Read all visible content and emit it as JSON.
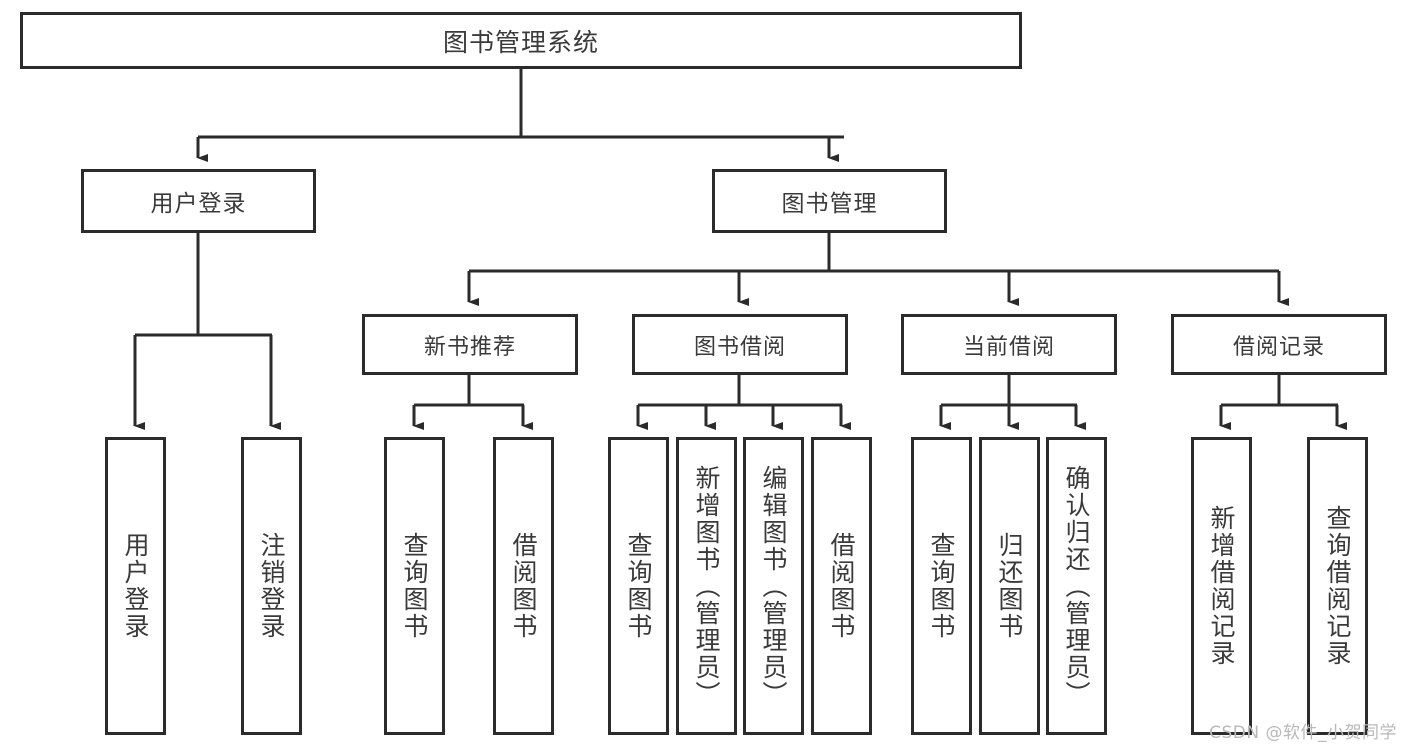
{
  "diagram": {
    "title": "图书管理系统",
    "watermark": "CSDN @软件_小贺同学",
    "colors": {
      "box_border": "#2b2b2b",
      "connector": "#2b2b2b",
      "text": "#3a3a3a",
      "background": "#ffffff",
      "watermark": "#b9b9b9"
    },
    "root": {
      "label": "图书管理系统"
    },
    "level1": [
      {
        "label": "用户登录"
      },
      {
        "label": "图书管理"
      }
    ],
    "level2": [
      {
        "label": "新书推荐"
      },
      {
        "label": "图书借阅"
      },
      {
        "label": "当前借阅"
      },
      {
        "label": "借阅记录"
      }
    ],
    "leaves": {
      "user_login": [
        {
          "label": "用户登录"
        },
        {
          "label": "注销登录"
        }
      ],
      "new_book_recommend": [
        {
          "label": "查询图书"
        },
        {
          "label": "借阅图书"
        }
      ],
      "book_borrow": [
        {
          "label": "查询图书"
        },
        {
          "label": "新增图书（管理员）"
        },
        {
          "label": "编辑图书（管理员）"
        },
        {
          "label": "借阅图书"
        }
      ],
      "current_borrow": [
        {
          "label": "查询图书"
        },
        {
          "label": "归还图书"
        },
        {
          "label": "确认归还（管理员）"
        }
      ],
      "borrow_records": [
        {
          "label": "新增借阅记录"
        },
        {
          "label": "查询借阅记录"
        }
      ]
    }
  }
}
